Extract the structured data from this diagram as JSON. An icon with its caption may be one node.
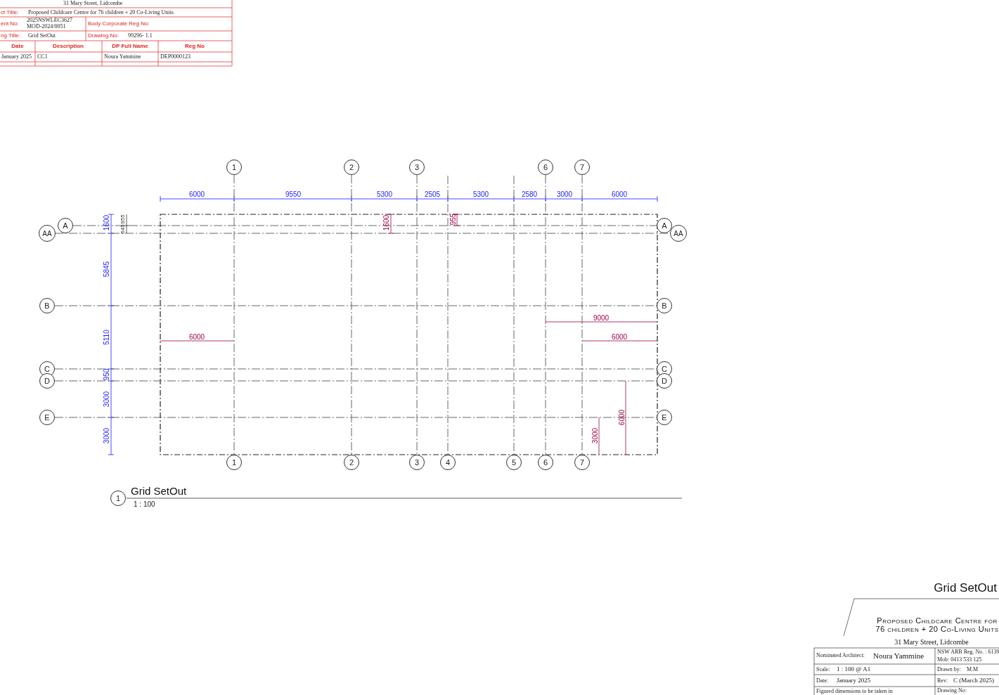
{
  "diagram": {
    "nodes": [
      {
        "text": [
          "1"
        ]
      },
      {
        "text": [
          "2"
        ]
      },
      {
        "text": [
          "3"
        ]
      },
      {
        "text": [
          "6"
        ]
      },
      {
        "text": [
          "7"
        ]
      },
      {
        "text": [
          "A"
        ]
      },
      {
        "text": [
          "A"
        ]
      },
      {
        "text": [
          "AA"
        ]
      },
      {
        "text": [
          "AA"
        ]
      },
      {
        "text": [
          "B"
        ]
      },
      {
        "text": [
          "B"
        ]
      },
      {
        "text": [
          "C"
        ]
      },
      {
        "text": [
          "C"
        ]
      },
      {
        "text": [
          "D"
        ]
      },
      {
        "text": [
          "D"
        ]
      },
      {
        "text": [
          "E"
        ]
      },
      {
        "text": [
          "E"
        ]
      },
      {
        "text": [
          "1"
        ]
      },
      {
        "text": [
          "2"
        ]
      },
      {
        "text": [
          "3"
        ]
      },
      {
        "text": [
          "4"
        ]
      },
      {
        "text": [
          "5"
        ]
      },
      {
        "text": [
          "6"
        ]
      },
      {
        "text": [
          "7"
        ]
      },
      {
        "text": [
          "1"
        ]
      }
    ],
    "edges": [
      {
        "from": 0,
        "to": 17,
        "arrow": "none",
        "style": "dashed"
      },
      {
        "from": 1,
        "to": 18,
        "arrow": "none",
        "style": "dashed"
      },
      {
        "from": 2,
        "to": 19,
        "arrow": "none",
        "style": "dashed"
      },
      {
        "from": null,
        "to": 20,
        "arrow": "none",
        "style": "dashed"
      },
      {
        "from": null,
        "to": 21,
        "arrow": "none",
        "style": "dashed"
      },
      {
        "from": 3,
        "to": 22,
        "arrow": "none",
        "style": "dashed"
      },
      {
        "from": 4,
        "to": 23,
        "arrow": "none",
        "style": "dashed"
      },
      {
        "from": 5,
        "to": 6,
        "arrow": "none",
        "style": "dashed"
      },
      {
        "from": 7,
        "to": 8,
        "arrow": "none",
        "style": "dashed"
      },
      {
        "from": 9,
        "to": 10,
        "arrow": "none",
        "style": "dashed"
      },
      {
        "from": 11,
        "to": 12,
        "arrow": "none",
        "style": "dashed"
      },
      {
        "from": 13,
        "to": 14,
        "arrow": "none",
        "style": "dashed"
      },
      {
        "from": 15,
        "to": 16,
        "arrow": "none",
        "style": "dashed"
      }
    ],
    "labels": [
      "6000",
      "9550",
      "5300",
      "2505",
      "5300",
      "2580",
      "3000",
      "6000",
      "1600",
      "5845",
      "5110",
      "950",
      "3000",
      "3000",
      "645",
      "955",
      "1600",
      "955",
      "6000",
      "9000",
      "6000",
      "6000",
      "3000",
      "Grid SetOut",
      "1 : 100",
      "31 Mary Street, Lidcombe",
      "ct Title:",
      "Proposed Childcare Centre for 76 children + 20 Co-Living Units",
      "ent No:",
      "2025NSWLEC3627 MOD-2024/0051",
      "Body Corporate Reg No:",
      "ng Title:",
      "Grid SetOut",
      "Drawing No:",
      "99296- 1.1",
      "Date",
      "Description",
      "DP Full Name",
      "Reg No",
      "January 2025",
      "CC1",
      "Noura Yammine",
      "DEP0000123",
      "Grid SetOut",
      "Proposed Childcare Centre for 76 children + 20 Co-Living Units",
      "31 Mary Street, Lidcombe",
      "Nominated Architect:",
      "Noura Yammine",
      "NSW ARB Reg. No. : 6139",
      "Mob: 0413 533 125",
      "Scale:",
      "1 : 100 @ A1",
      "Drawn by:",
      "M.M",
      "Date:",
      "January 2025",
      "Rev:",
      "C (March 2025)",
      "Figured dimensions to be taken in",
      "Drawing No:"
    ]
  }
}
